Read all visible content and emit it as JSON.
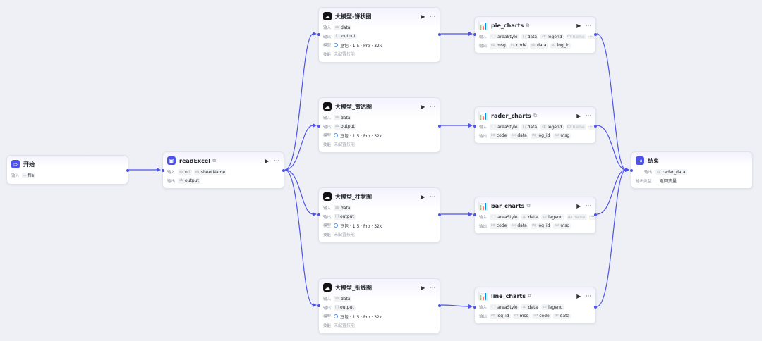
{
  "labels": {
    "input": "输入",
    "output": "输出",
    "model": "模型",
    "skill": "技能",
    "output_type": "输出类型",
    "str": "str",
    "obj": "{ }",
    "arr": "[ ]",
    "int": "int"
  },
  "start": {
    "title": "开始",
    "inputs": [
      "file"
    ]
  },
  "read_excel": {
    "title": "readExcel",
    "inputs": [
      "url",
      "sheetName"
    ],
    "outputs": [
      "output"
    ]
  },
  "llm_nodes": [
    {
      "title": "大模型-饼状图",
      "input": "data",
      "output": "output",
      "model": "豆包 · 1.5 · Pro · 32k",
      "skill": "未配置技能"
    },
    {
      "title": "大模型_雷达图",
      "input": "data",
      "output": "output",
      "model": "豆包 · 1.5 · Pro · 32k",
      "skill": "未配置技能"
    },
    {
      "title": "大模型_柱状图",
      "input": "data",
      "output": "output",
      "model": "豆包 · 1.5 · Pro · 32k",
      "skill": "未配置技能"
    },
    {
      "title": "大模型_折线图",
      "input": "data",
      "output": "output",
      "model": "豆包 · 1.5 · Pro · 32k",
      "skill": "未配置技能"
    }
  ],
  "chart_nodes": [
    {
      "title": "pie_charts",
      "inputs": [
        "areaStyle",
        "data",
        "legend",
        "name"
      ],
      "outputs": [
        "msg",
        "code",
        "data",
        "log_id"
      ]
    },
    {
      "title": "rader_charts",
      "inputs": [
        "areaStyle",
        "data",
        "legend",
        "name"
      ],
      "outputs": [
        "code",
        "data",
        "log_id",
        "msg"
      ]
    },
    {
      "title": "bar_charts",
      "inputs": [
        "areaStyle",
        "data",
        "legend",
        "name"
      ],
      "outputs": [
        "code",
        "data",
        "log_id",
        "msg"
      ]
    },
    {
      "title": "line_charts",
      "inputs": [
        "areaStyle",
        "data",
        "legend"
      ],
      "outputs": [
        "log_id",
        "msg",
        "code",
        "data"
      ]
    }
  ],
  "end": {
    "title": "结束",
    "output": "rader_data",
    "output_type": "返回变量"
  },
  "colors": {
    "accent": "#4d53e8",
    "edge": "#4d53e8",
    "model_ring": "#4d8bf5",
    "chart_icon": "#f0a020"
  }
}
